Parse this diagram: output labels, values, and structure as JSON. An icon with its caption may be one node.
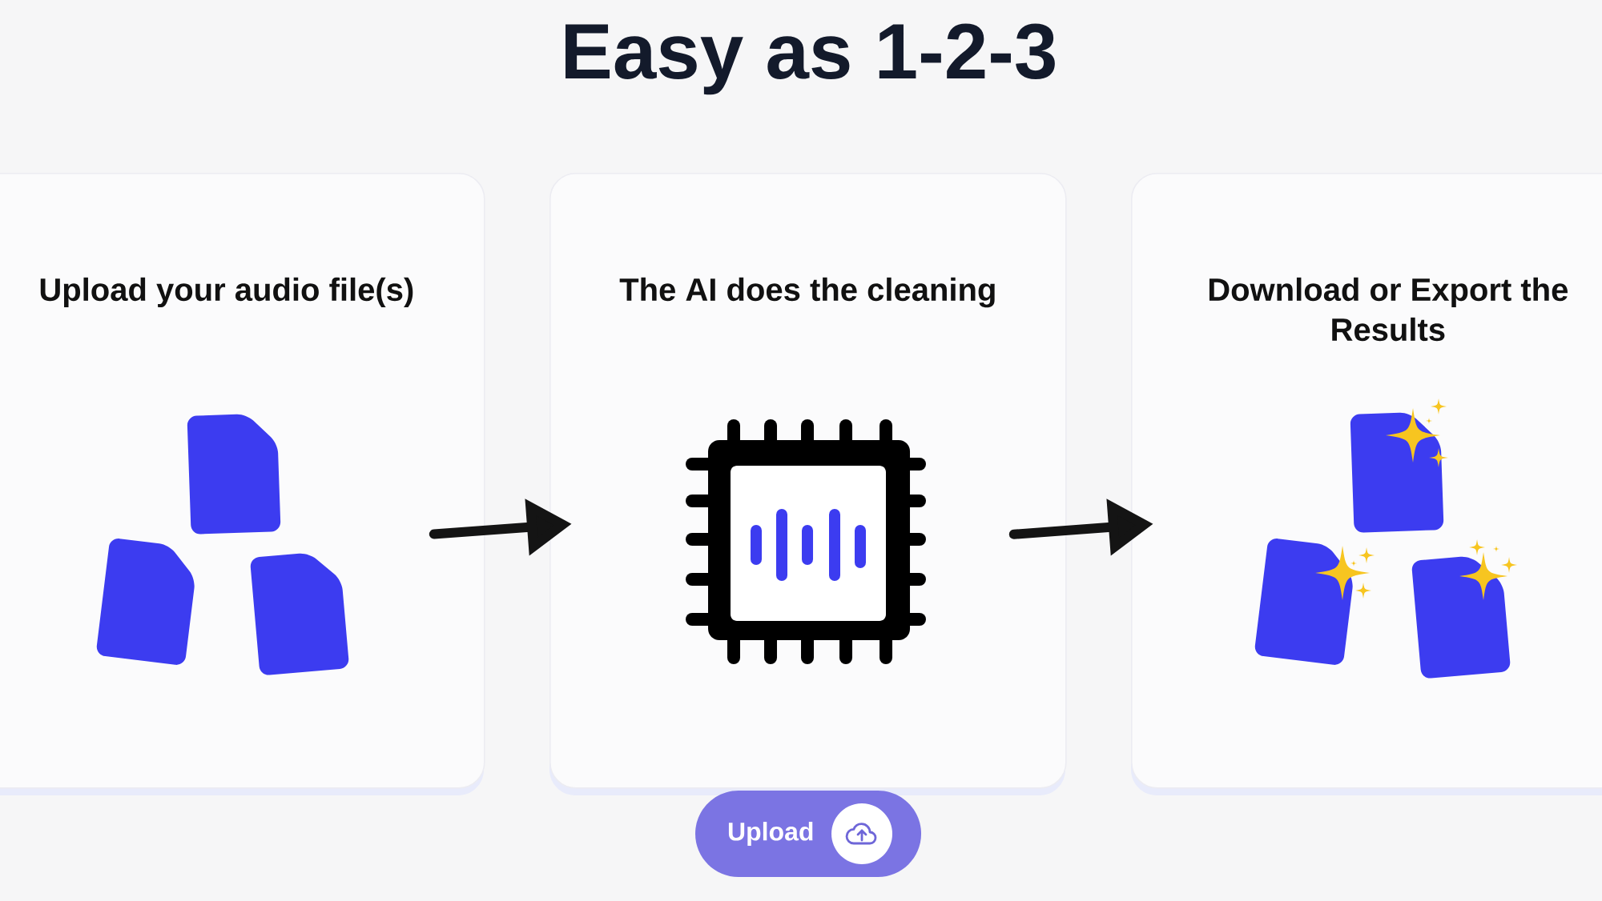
{
  "diagram": {
    "title": "Easy as 1-2-3",
    "nodes": [
      {
        "text": [
          "Upload your audio file(s)"
        ]
      },
      {
        "text": [
          "The AI does the cleaning"
        ]
      },
      {
        "text": [
          "Download or Export the Results"
        ]
      },
      {
        "text": [
          "Upload"
        ]
      }
    ],
    "edges": [
      {
        "from": 0,
        "to": 1,
        "arrow": "to"
      },
      {
        "from": 1,
        "to": 2,
        "arrow": "to"
      }
    ]
  }
}
